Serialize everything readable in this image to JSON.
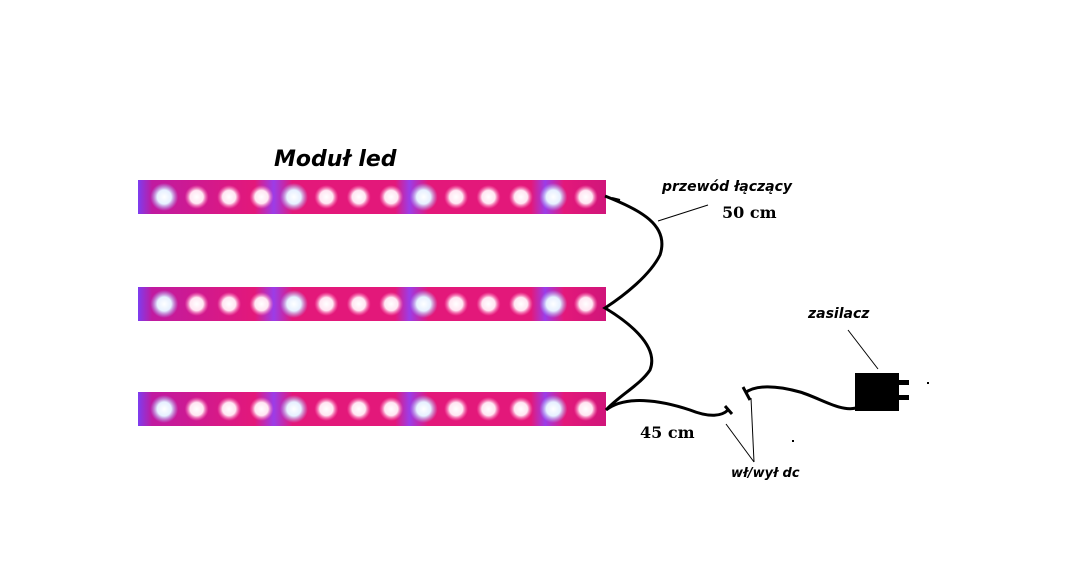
{
  "diagram": {
    "title": "Moduł led",
    "labels": {
      "connecting_wire": "przewód łączący",
      "connecting_wire_length": "50 cm",
      "lead_length": "45 cm",
      "switch": "wł/wył dc",
      "power_supply": "zasilacz"
    },
    "led_strips": [
      {
        "id": "strip-1",
        "leds": [
          "white",
          "pink",
          "pink",
          "pink",
          "white",
          "pink",
          "pink",
          "pink",
          "white",
          "pink",
          "pink",
          "pink",
          "white",
          "pink"
        ]
      },
      {
        "id": "strip-2",
        "leds": [
          "white",
          "pink",
          "pink",
          "pink",
          "white",
          "pink",
          "pink",
          "pink",
          "white",
          "pink",
          "pink",
          "pink",
          "white",
          "pink"
        ]
      },
      {
        "id": "strip-3",
        "leds": [
          "white",
          "pink",
          "pink",
          "pink",
          "white",
          "pink",
          "pink",
          "pink",
          "white",
          "pink",
          "pink",
          "pink",
          "white",
          "pink"
        ]
      }
    ],
    "colors": {
      "strip_base": "#e0157a",
      "strip_purple": "#8a2be2",
      "led_pink_glow": "#ff9ad0",
      "led_white_glow": "#c8d8ff",
      "wire": "#000000"
    }
  }
}
